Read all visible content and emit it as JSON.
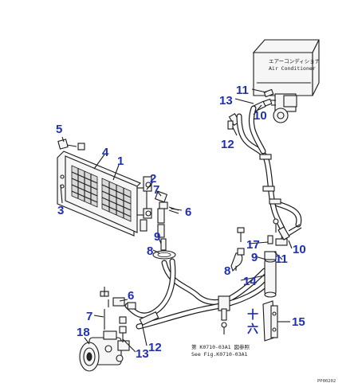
{
  "air_conditioner": {
    "label_jp": "エアーコンディショナ",
    "label_en": "Air Conditioner"
  },
  "note": {
    "line_jp": "第 K0710-03A1 図参照",
    "line_en": "See Fig.K0710-03A1"
  },
  "kanji_mark": {
    "top": "十",
    "bottom": "六"
  },
  "figure_code": "PP00202",
  "callouts": {
    "c1": "1",
    "c2": "2",
    "c3": "3",
    "c4": "4",
    "c5": "5",
    "c6a": "6",
    "c6b": "6",
    "c7a": "7",
    "c7b": "7",
    "c8a": "8",
    "c8b": "8",
    "c9a": "9",
    "c9b": "9",
    "c10a": "10",
    "c10b": "10",
    "c11a": "11",
    "c11b": "11",
    "c12a": "12",
    "c12b": "12",
    "c13a": "13",
    "c13b": "13",
    "c14": "14",
    "c15": "15",
    "c17": "17",
    "c18": "18"
  }
}
